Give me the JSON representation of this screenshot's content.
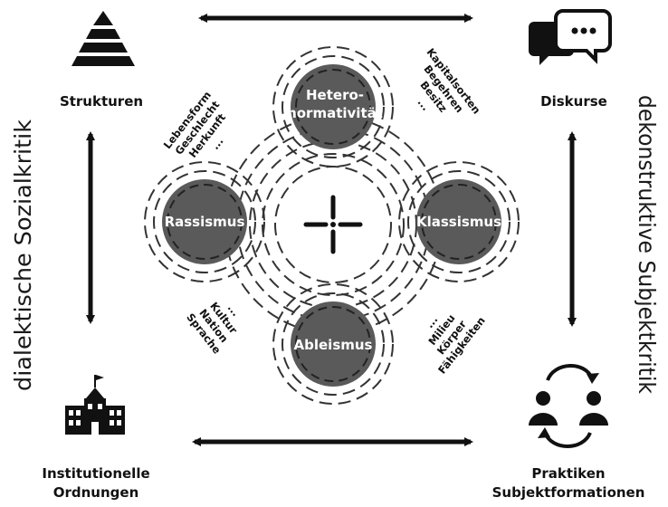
{
  "corners": {
    "top_left": "Strukturen",
    "top_right": "Diskurse",
    "bottom_left_line1": "Institutionelle",
    "bottom_left_line2": "Ordnungen",
    "bottom_right_line1": "Praktiken",
    "bottom_right_line2": "Subjektformationen"
  },
  "side_labels": {
    "left": "dialektische Sozialkritik",
    "right": "dekonstruktive Subjektkritik"
  },
  "circles": {
    "top_line1": "Hetero-",
    "top_line2": "normativität",
    "left": "Rassismus",
    "right": "Klassismus",
    "bottom": "Ableismus"
  },
  "diagonals": {
    "upper_left": [
      "Lebensform",
      "Geschlecht",
      "Herkunft",
      "..."
    ],
    "upper_right": [
      "Kapitalsorten",
      "Begehren",
      "Besitz",
      "..."
    ],
    "lower_left": [
      "...",
      "Kultur",
      "Nation",
      "Sprache"
    ],
    "lower_right": [
      "...",
      "Milieu",
      "Körper",
      "Fähigkeiten"
    ]
  },
  "colors": {
    "circle_fill": "#5a5a5a",
    "ink": "#111111",
    "dash": "#333333"
  },
  "icons": {
    "top_left": "pyramid-icon",
    "top_right": "speech-bubbles-icon",
    "bottom_left": "school-building-icon",
    "bottom_right": "people-cycle-icon"
  }
}
